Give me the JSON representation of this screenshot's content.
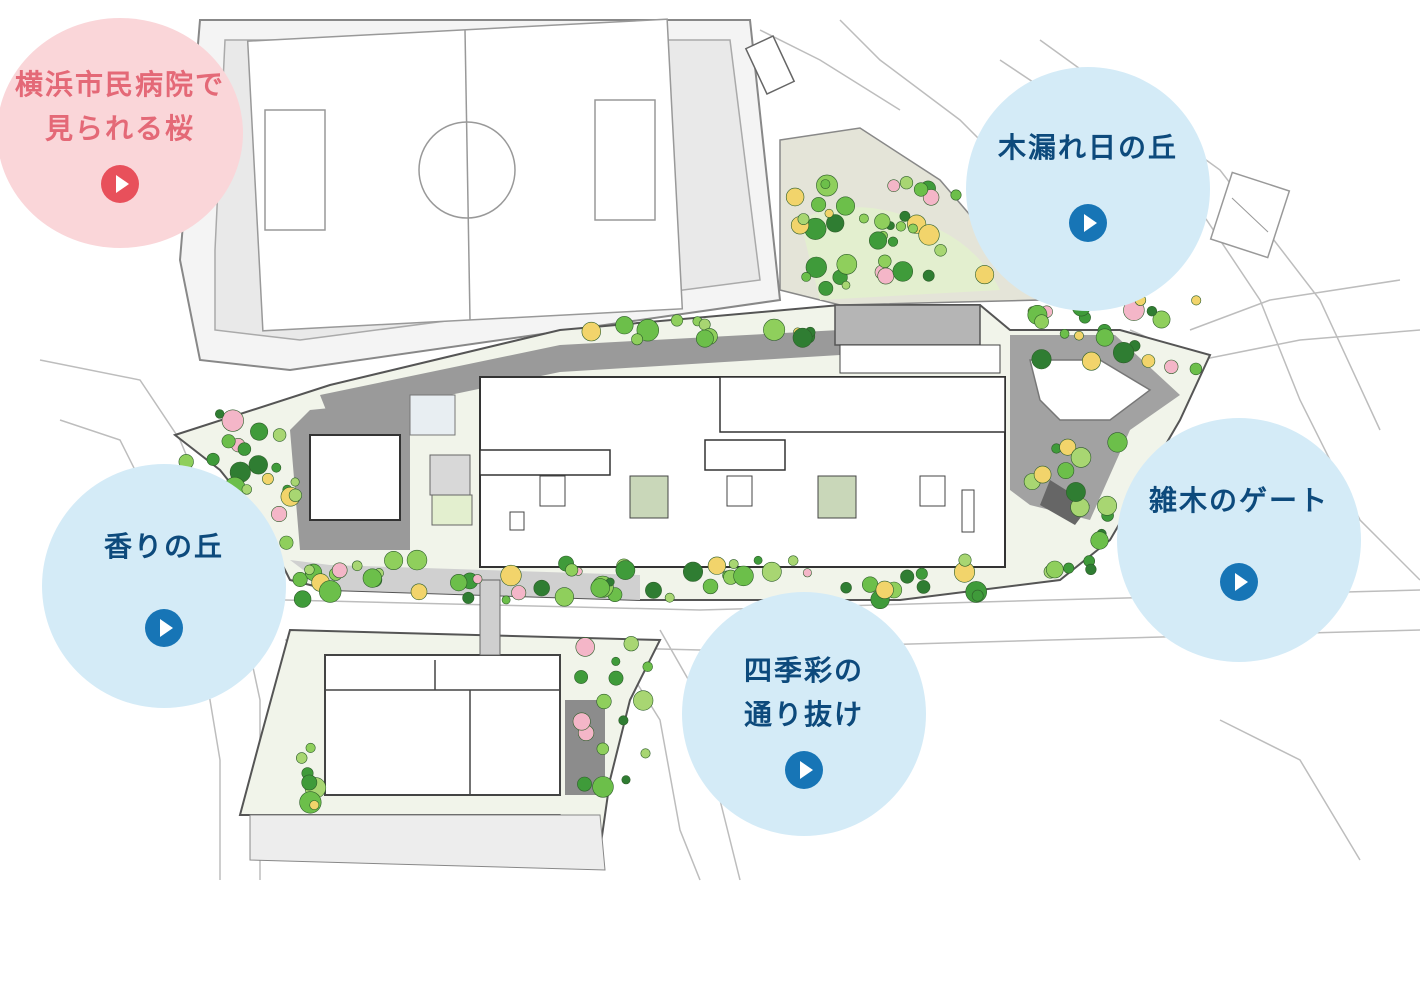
{
  "colors": {
    "blue_bubble": "#d4ebf7",
    "blue_text": "#0d4a7c",
    "blue_play": "#1775b6",
    "pink_bubble": "#fad6d9",
    "pink_text": "#e46977",
    "pink_play": "#e8505b",
    "building": "#ffffff",
    "paving": "#9a9a9a",
    "greenery": "#6cbf4a",
    "lawn": "#e3efcf"
  },
  "hotspots": [
    {
      "label": "横浜市民病院で\n見られる桜",
      "theme": "pink",
      "icon": "play-icon"
    },
    {
      "label": "木漏れ日の丘",
      "theme": "blue",
      "icon": "play-icon"
    },
    {
      "label": "香りの丘",
      "theme": "blue",
      "icon": "play-icon"
    },
    {
      "label": "雑木のゲート",
      "theme": "blue",
      "icon": "play-icon"
    },
    {
      "label": "四季彩の\n通り抜け",
      "theme": "blue",
      "icon": "play-icon"
    }
  ]
}
